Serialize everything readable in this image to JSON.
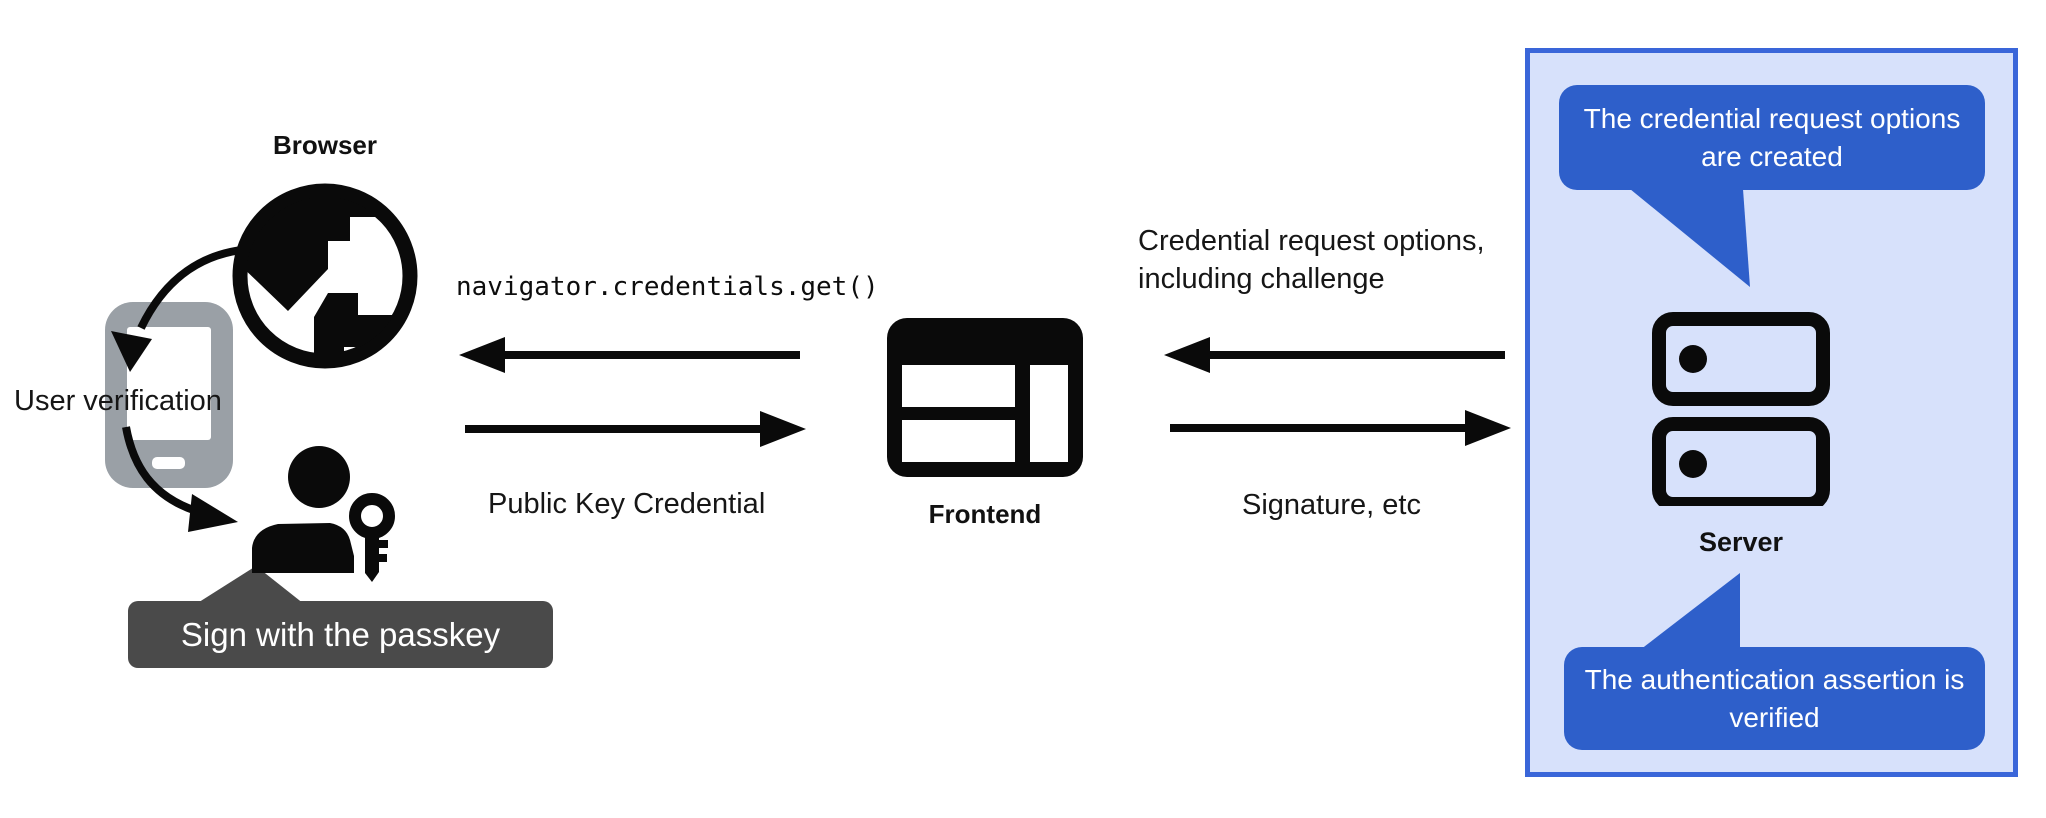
{
  "left": {
    "browser_label": "Browser",
    "user_verification_label": "User verification",
    "passkey_tooltip_label": "Sign with the passkey"
  },
  "flow_left": {
    "code_text": "navigator.credentials.get()",
    "response_label": "Public Key Credential"
  },
  "frontend": {
    "label": "Frontend"
  },
  "flow_right": {
    "request_lines": [
      "Credential request options,",
      "including challenge"
    ],
    "response_label": "Signature, etc"
  },
  "server_panel": {
    "bubble_top_text": "The credential request options are created",
    "server_label": "Server",
    "bubble_bottom_text": "The authentication assertion is verified"
  },
  "colors": {
    "bubble_blue": "#2e5fca",
    "panel_border": "#3a66d9",
    "panel_bg": "#d7e1fb",
    "tooltip_gray": "#4a4a4a",
    "phone_gray": "#9aa0a6",
    "ink": "#161616"
  }
}
